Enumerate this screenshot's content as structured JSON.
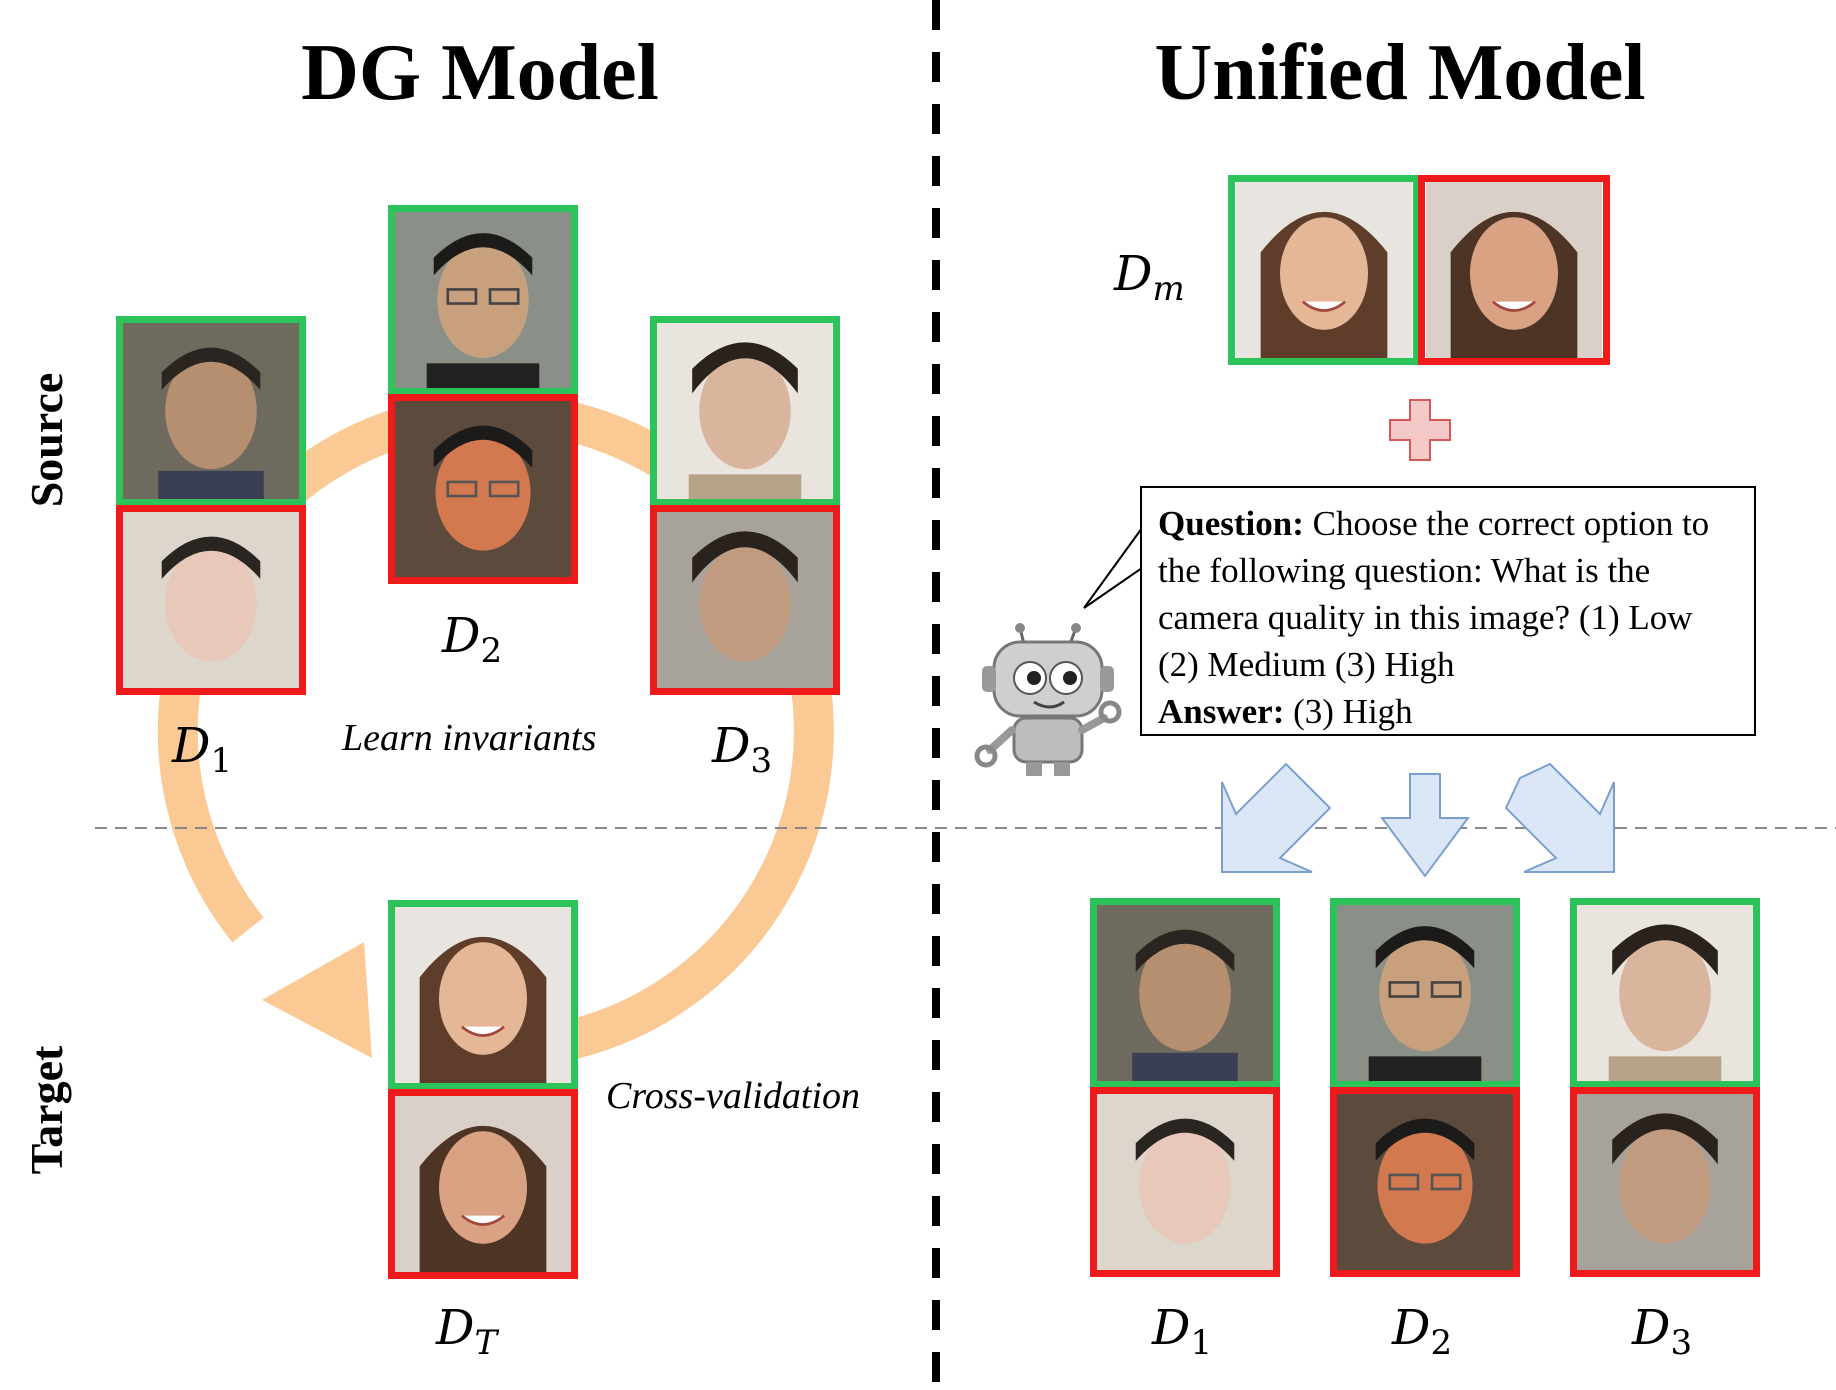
{
  "titles": {
    "left": "DG Model",
    "right": "Unified Model"
  },
  "side_labels": {
    "source": "Source",
    "target": "Target"
  },
  "notes": {
    "learn": "Learn invariants",
    "cross": "Cross-validation"
  },
  "domains": {
    "d1": {
      "base": "D",
      "sub": "1"
    },
    "d2": {
      "base": "D",
      "sub": "2"
    },
    "d3": {
      "base": "D",
      "sub": "3"
    },
    "dt": {
      "base": "D",
      "sub": "T"
    },
    "dm": {
      "base": "D",
      "sub": "m"
    }
  },
  "qa": {
    "question_label": "Question:",
    "question_text": " Choose the correct option to the following question: What is the camera quality in this image? (1) Low (2) Medium (3) High",
    "answer_label": "Answer:",
    "answer_text": " (3) High"
  },
  "colors": {
    "live_border": "#2cc45a",
    "spoof_border": "#f01a1a",
    "cycle_arrow": "#fbc993",
    "down_arrow_fill": "#dbe7f7",
    "down_arrow_stroke": "#7b9fcf",
    "plus_fill": "#f6c9c9",
    "plus_stroke": "#d45a5a"
  },
  "icons": {
    "robot": "robot-icon",
    "plus": "plus-icon"
  }
}
